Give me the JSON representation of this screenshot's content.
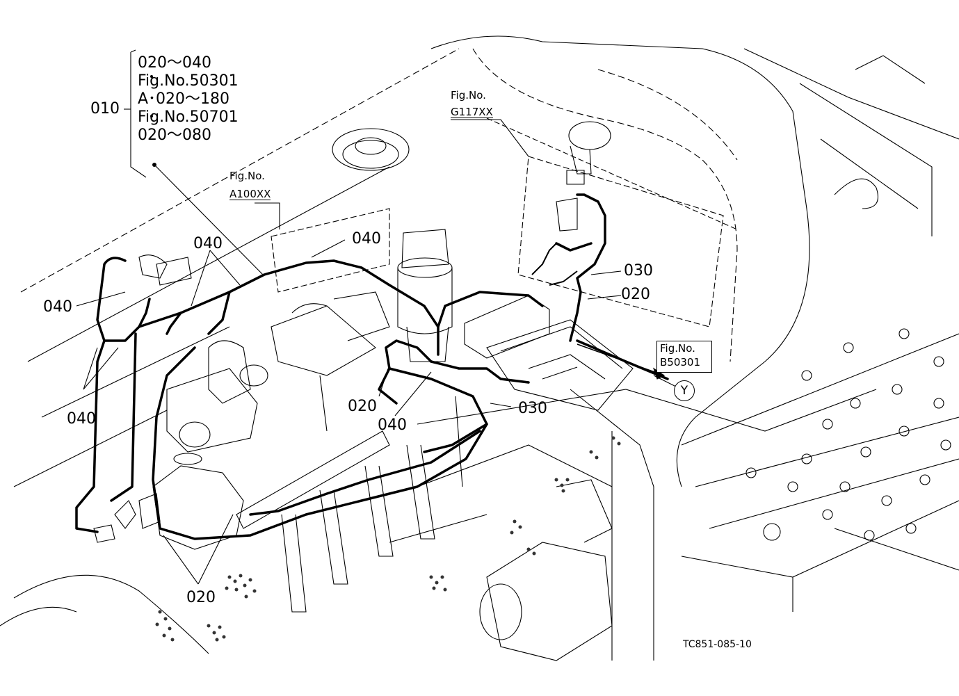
{
  "group": {
    "number": "010",
    "lines": [
      "020～040",
      "Fig.No.50301",
      "A･020～180",
      "Fig.No.50701",
      "020～080"
    ]
  },
  "fig_refs": {
    "a100": {
      "label": "Fig.No.",
      "code": "A100XX"
    },
    "g117": {
      "label": "Fig.No.",
      "code": "G117XX"
    },
    "b50301": {
      "label": "Fig.No.",
      "code": "B50301"
    }
  },
  "connector_marker": "Y",
  "callouts": {
    "c040_top": "040",
    "c040_top2": "040",
    "c040_left": "040",
    "c040_lower_left": "040",
    "c040_mid": "040",
    "c030_upper": "030",
    "c020_upper": "020",
    "c020_mid": "020",
    "c030_mid": "030",
    "c020_bottom": "020"
  },
  "drawing_code": "TC851-085-10",
  "colors": {
    "line": "#000000",
    "background": "#ffffff",
    "dots": "#333333"
  }
}
